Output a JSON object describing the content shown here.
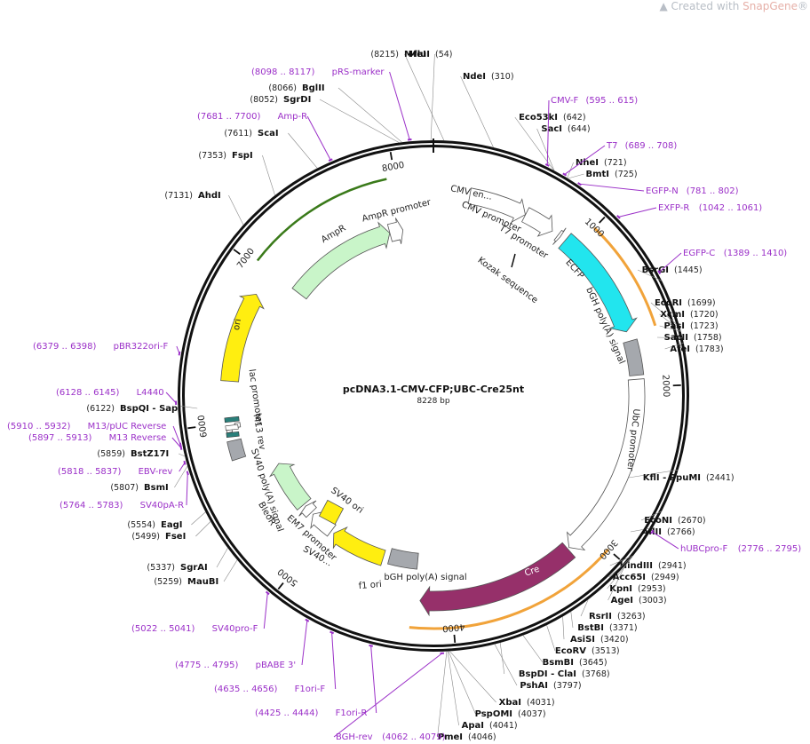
{
  "watermark": {
    "prefix": "Created with ",
    "brand": "SnapGene",
    "reg": "®"
  },
  "plasmid": {
    "name": "pcDNA3.1-CMV-CFP;UBC-Cre25nt",
    "length_label": "8228 bp",
    "length": 8228
  },
  "ticks": [
    {
      "pos": 1000,
      "label": "1000"
    },
    {
      "pos": 2000,
      "label": "2000"
    },
    {
      "pos": 3000,
      "label": "3000"
    },
    {
      "pos": 4000,
      "label": "4000"
    },
    {
      "pos": 5000,
      "label": "5000"
    },
    {
      "pos": 6000,
      "label": "6000"
    },
    {
      "pos": 7000,
      "label": "7000"
    },
    {
      "pos": 8000,
      "label": "8000"
    }
  ],
  "features": [
    {
      "name": "CMV en...",
      "start": 235,
      "end": 614,
      "color": "#ffffff",
      "type": "arrow"
    },
    {
      "name": "CMV promoter",
      "start": 615,
      "end": 818,
      "color": "#ffffff",
      "type": "arrow"
    },
    {
      "name": "T7 promoter",
      "start": 863,
      "end": 881,
      "color": "#ffffff",
      "type": "arrow"
    },
    {
      "name": "Kozak sequence",
      "start": 905,
      "end": 914,
      "color": "#ffffff",
      "type": "mark"
    },
    {
      "name": "ECFP",
      "start": 920,
      "end": 1637,
      "color": "#22e5ee",
      "type": "arrow"
    },
    {
      "name": "bGH poly(A) signal",
      "start": 1700,
      "end": 1924,
      "color": "#a5a8ad",
      "type": "box"
    },
    {
      "name": "UbC promoter",
      "start": 1950,
      "end": 3158,
      "color": "#ffffff",
      "type": "arrow"
    },
    {
      "name": "Cre",
      "start": 3170,
      "end": 4200,
      "color": "#96306a",
      "type": "arrow"
    },
    {
      "name": "bGH poly(A) signal",
      "start": 4238,
      "end": 4462,
      "color": "#a5a8ad",
      "type": "box"
    },
    {
      "name": "f1 ori",
      "start": 4508,
      "end": 4936,
      "color": "#ffee10",
      "type": "arrow"
    },
    {
      "name": "SV40...",
      "start": 4962,
      "end": 5154,
      "color": "#ffffff",
      "type": "arrow"
    },
    {
      "name": "EM7 promoter",
      "start": 5173,
      "end": 5239,
      "color": "#ffffff",
      "type": "arrow"
    },
    {
      "name": "BleoR",
      "start": 5258,
      "end": 5632,
      "color": "#c9f5c9",
      "type": "arrow"
    },
    {
      "name": "SV40 poly(A) signal",
      "start": 5763,
      "end": 5884,
      "color": "#a5a8ad",
      "type": "box"
    },
    {
      "name": "M13 rev",
      "start": 5915,
      "end": 5931,
      "color": "#2a7f7a",
      "type": "small"
    },
    {
      "name": "lac operator",
      "start": 5939,
      "end": 5955,
      "color": "#ffffff",
      "type": "small"
    },
    {
      "name": "lac promoter",
      "start": 5963,
      "end": 5993,
      "color": "#ffffff",
      "type": "small"
    },
    {
      "name": "ori",
      "start": 6266,
      "end": 6854,
      "color": "#ffee10",
      "type": "arrow"
    },
    {
      "name": "AmpR",
      "start": 7025,
      "end": 7885,
      "color": "#c9f5c9",
      "type": "arrow"
    },
    {
      "name": "AmpR promoter",
      "start": 7886,
      "end": 7990,
      "color": "#ffffff",
      "type": "arrow"
    },
    {
      "name": "SV40 ori",
      "start": 5200,
      "end": 5300,
      "color": "#ffee10",
      "type": "square"
    }
  ],
  "enzymes": [
    {
      "name": "MluI",
      "pos": "54",
      "label_side": "right"
    },
    {
      "name": "NdeI",
      "pos": "310",
      "label_side": "right"
    },
    {
      "name": "Eco53kI",
      "pos": "642",
      "label_side": "right"
    },
    {
      "name": "SacI",
      "pos": "644",
      "label_side": "right"
    },
    {
      "name": "NheI",
      "pos": "721",
      "label_side": "right"
    },
    {
      "name": "BmtI",
      "pos": "725",
      "label_side": "right"
    },
    {
      "name": "BsrGI",
      "pos": "1445",
      "label_side": "right"
    },
    {
      "name": "EcoRI",
      "pos": "1699",
      "label_side": "right"
    },
    {
      "name": "XcmI",
      "pos": "1720",
      "label_side": "right"
    },
    {
      "name": "PasI",
      "pos": "1723",
      "label_side": "right"
    },
    {
      "name": "SacII",
      "pos": "1758",
      "label_side": "right"
    },
    {
      "name": "AfeI",
      "pos": "1783",
      "label_side": "right"
    },
    {
      "name": "KflI - PpuMI",
      "pos": "2441",
      "label_side": "right"
    },
    {
      "name": "EcoNI",
      "pos": "2670",
      "label_side": "right"
    },
    {
      "name": "AflII",
      "pos": "2766",
      "label_side": "right"
    },
    {
      "name": "HindIII",
      "pos": "2941",
      "label_side": "right"
    },
    {
      "name": "Acc65I",
      "pos": "2949",
      "label_side": "right"
    },
    {
      "name": "KpnI",
      "pos": "2953",
      "label_side": "right"
    },
    {
      "name": "AgeI",
      "pos": "3003",
      "label_side": "right"
    },
    {
      "name": "RsrII",
      "pos": "3263",
      "label_side": "right"
    },
    {
      "name": "BstBI",
      "pos": "3371",
      "label_side": "right"
    },
    {
      "name": "AsiSI",
      "pos": "3420",
      "label_side": "right"
    },
    {
      "name": "EcoRV",
      "pos": "3513",
      "label_side": "right"
    },
    {
      "name": "BsmBI",
      "pos": "3645",
      "label_side": "right"
    },
    {
      "name": "BspDI - ClaI",
      "pos": "3768",
      "label_side": "right"
    },
    {
      "name": "PshAI",
      "pos": "3797",
      "label_side": "right"
    },
    {
      "name": "XbaI",
      "pos": "4031",
      "label_side": "right"
    },
    {
      "name": "PspOMI",
      "pos": "4037",
      "label_side": "right"
    },
    {
      "name": "ApaI",
      "pos": "4041",
      "label_side": "right"
    },
    {
      "name": "PmeI",
      "pos": "4046",
      "label_side": "right"
    },
    {
      "name": "MauBI",
      "pos": "5259",
      "label_side": "left"
    },
    {
      "name": "SgrAI",
      "pos": "5337",
      "label_side": "left"
    },
    {
      "name": "FseI",
      "pos": "5499",
      "label_side": "left"
    },
    {
      "name": "EagI",
      "pos": "5554",
      "label_side": "left"
    },
    {
      "name": "BsmI",
      "pos": "5807",
      "label_side": "left"
    },
    {
      "name": "BstZ17I",
      "pos": "5859",
      "label_side": "left"
    },
    {
      "name": "BspQI - SapI",
      "pos": "6122",
      "label_side": "left"
    },
    {
      "name": "AhdI",
      "pos": "7131",
      "label_side": "left"
    },
    {
      "name": "FspI",
      "pos": "7353",
      "label_side": "left"
    },
    {
      "name": "ScaI",
      "pos": "7611",
      "label_side": "left"
    },
    {
      "name": "SgrDI",
      "pos": "8052",
      "label_side": "left"
    },
    {
      "name": "BglII",
      "pos": "8066",
      "label_side": "left"
    },
    {
      "name": "MfeI",
      "pos": "8215",
      "label_side": "left"
    }
  ],
  "primers": [
    {
      "name": "CMV-F",
      "range": "595 .. 615",
      "side": "right"
    },
    {
      "name": "T7",
      "range": "689 .. 708",
      "side": "right"
    },
    {
      "name": "EGFP-N",
      "range": "781 .. 802",
      "side": "right"
    },
    {
      "name": "EXFP-R",
      "range": "1042 .. 1061",
      "side": "right"
    },
    {
      "name": "EGFP-C",
      "range": "1389 .. 1410",
      "side": "right"
    },
    {
      "name": "hUBCpro-F",
      "range": "2776 .. 2795",
      "side": "right"
    },
    {
      "name": "BGH-rev",
      "range": "4062 .. 4079",
      "side": "right"
    },
    {
      "name": "F1ori-R",
      "range": "4425 .. 4444",
      "side": "left"
    },
    {
      "name": "F1ori-F",
      "range": "4635 .. 4656",
      "side": "left"
    },
    {
      "name": "pBABE 3'",
      "range": "4775 .. 4795",
      "side": "left"
    },
    {
      "name": "SV40pro-F",
      "range": "5022 .. 5041",
      "side": "left"
    },
    {
      "name": "SV40pA-R",
      "range": "5764 .. 5783",
      "side": "left"
    },
    {
      "name": "EBV-rev",
      "range": "5818 .. 5837",
      "side": "left"
    },
    {
      "name": "M13 Reverse",
      "range": "5897 .. 5913",
      "side": "left"
    },
    {
      "name": "M13/pUC Reverse",
      "range": "5910 .. 5932",
      "side": "left"
    },
    {
      "name": "L4440",
      "range": "6128 .. 6145",
      "side": "left"
    },
    {
      "name": "pBR322ori-F",
      "range": "6379 .. 6398",
      "side": "left"
    },
    {
      "name": "Amp-R",
      "range": "7681 .. 7700",
      "side": "left"
    },
    {
      "name": "pRS-marker",
      "range": "8098 .. 8117",
      "side": "left"
    }
  ],
  "colors": {
    "primer": "#9b30c8",
    "backbone": "#111111",
    "orf_highlight": "#f1a33a"
  }
}
